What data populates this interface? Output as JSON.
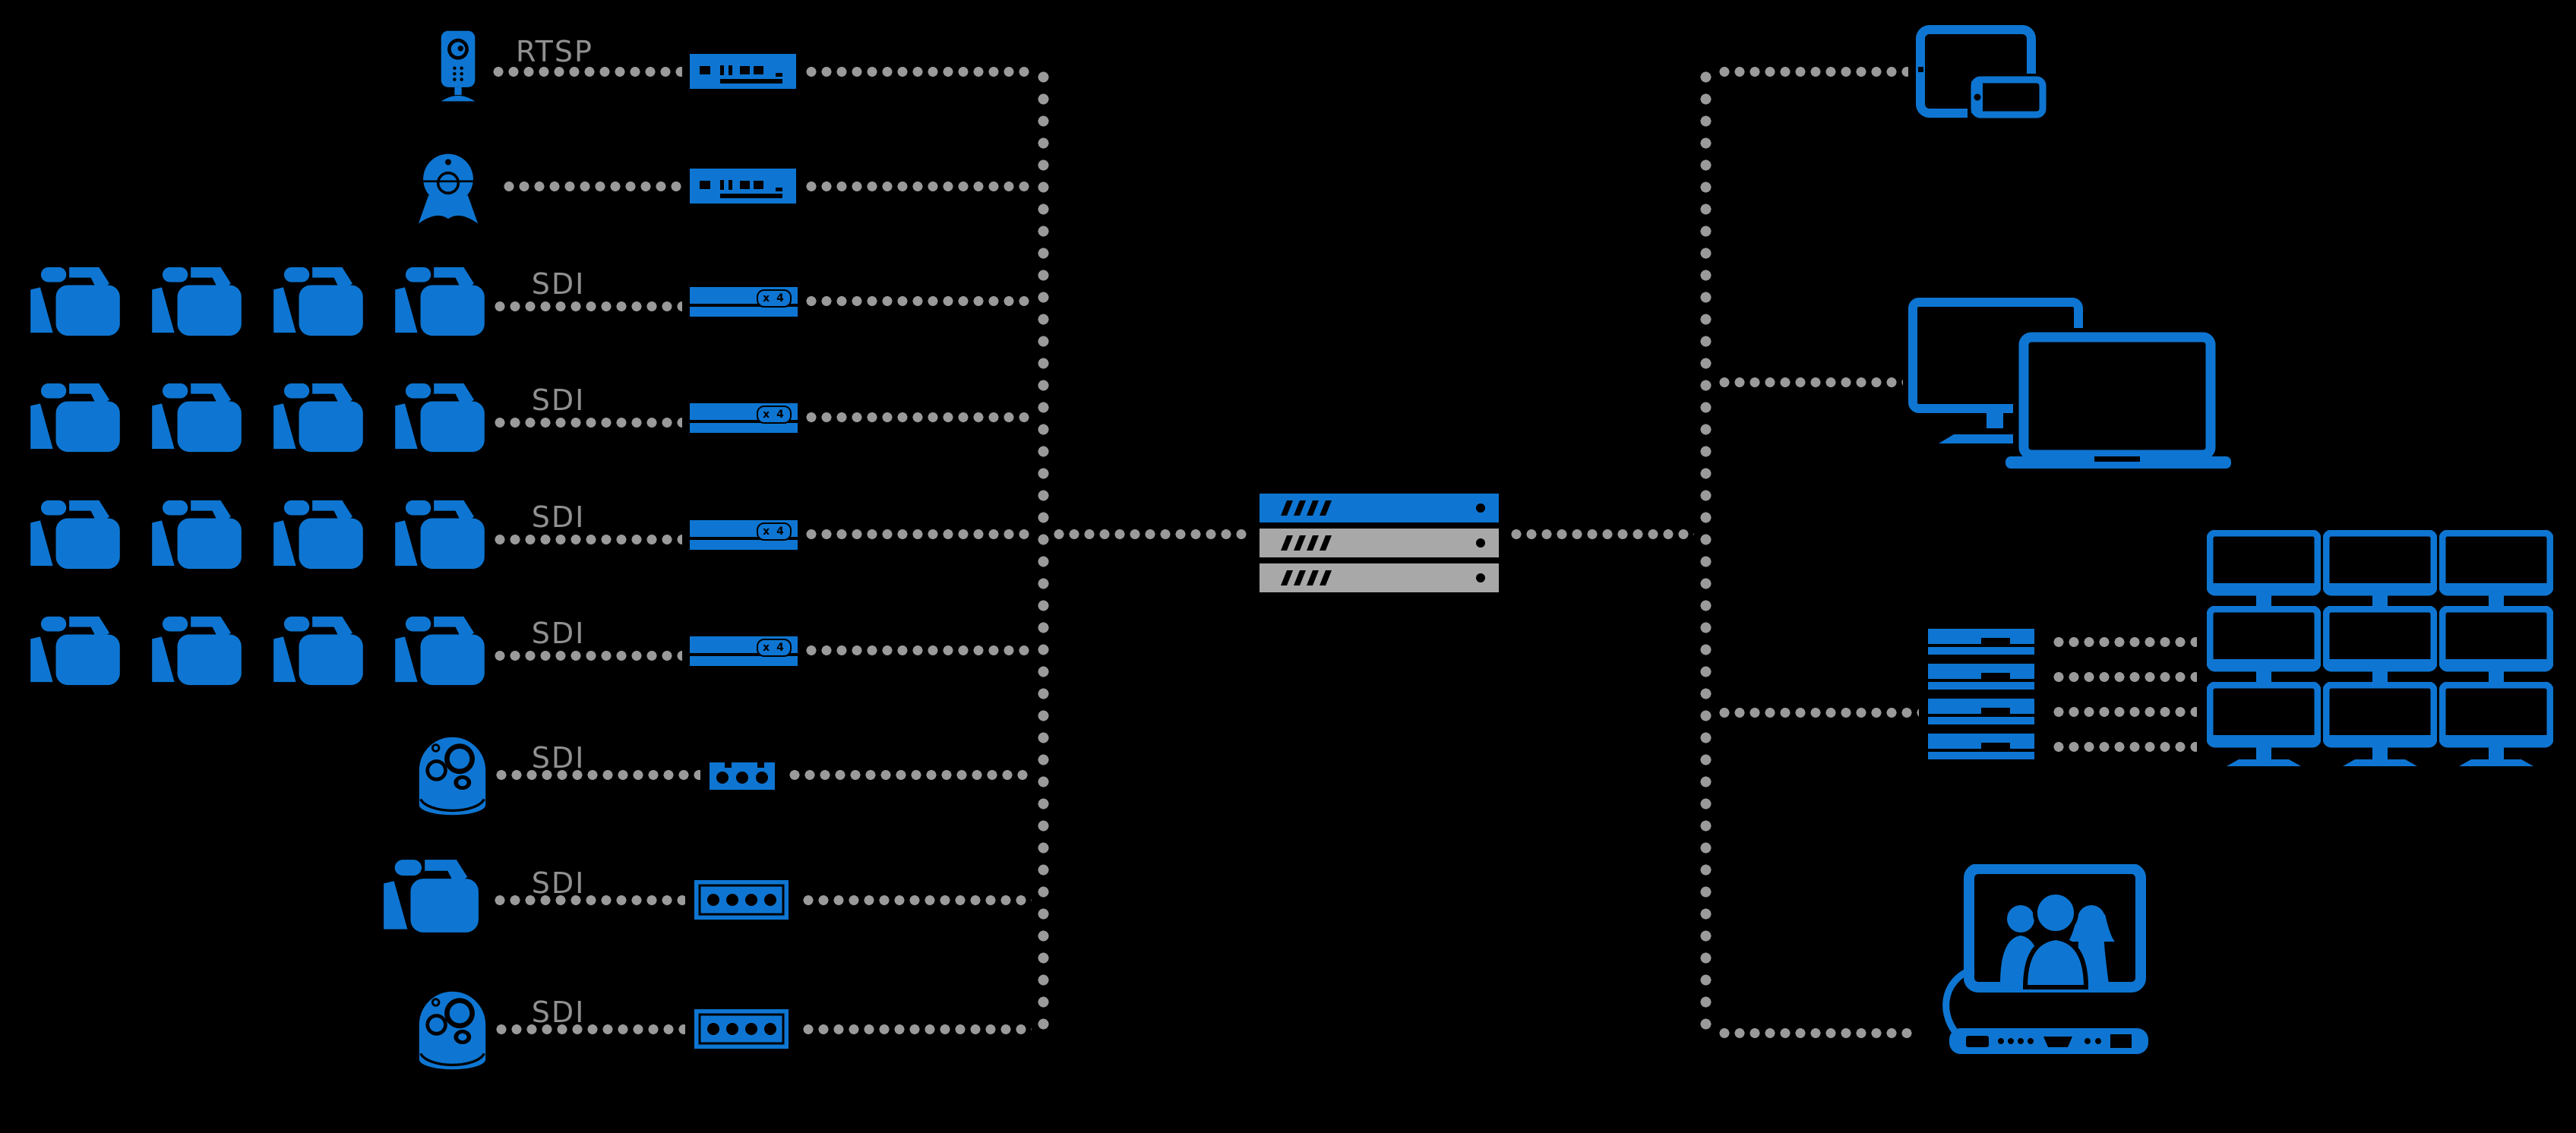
{
  "labels": {
    "rtsp": "RTSP",
    "sdi": "SDI",
    "x4_badge": "x 4"
  },
  "colors": {
    "accent_blue": "#0e76d2",
    "unit_gray": "#a8a8a8",
    "dot_gray": "#9a9a9a",
    "label_gray": "#909090",
    "background": "#000000"
  },
  "sources": [
    {
      "icon": "ip-camera",
      "label": "RTSP",
      "count": 1
    },
    {
      "icon": "webcam",
      "label": "",
      "count": 1
    },
    {
      "icon": "video-camera",
      "label": "SDI",
      "count": 4
    },
    {
      "icon": "video-camera",
      "label": "SDI",
      "count": 4
    },
    {
      "icon": "video-camera",
      "label": "SDI",
      "count": 4
    },
    {
      "icon": "video-camera",
      "label": "SDI",
      "count": 4
    },
    {
      "icon": "ptz-dome-camera",
      "label": "SDI",
      "count": 1
    },
    {
      "icon": "video-camera",
      "label": "SDI",
      "count": 1
    },
    {
      "icon": "ptz-dome-camera",
      "label": "SDI",
      "count": 1
    }
  ],
  "encoders": {
    "multi_port_units": 2,
    "sdi_x4_units": 4,
    "compact_3port_units": 1,
    "compact_4port_units": 2
  },
  "server_stack": {
    "units": 3,
    "highlighted_unit": 1
  },
  "decoder_stack": {
    "units": 4
  },
  "video_wall": {
    "rows": 3,
    "cols": 3
  },
  "outputs": [
    "tablet-and-phone",
    "desktop-monitor-and-laptop",
    "decoder-stack-video-wall",
    "video-conference-system"
  ]
}
